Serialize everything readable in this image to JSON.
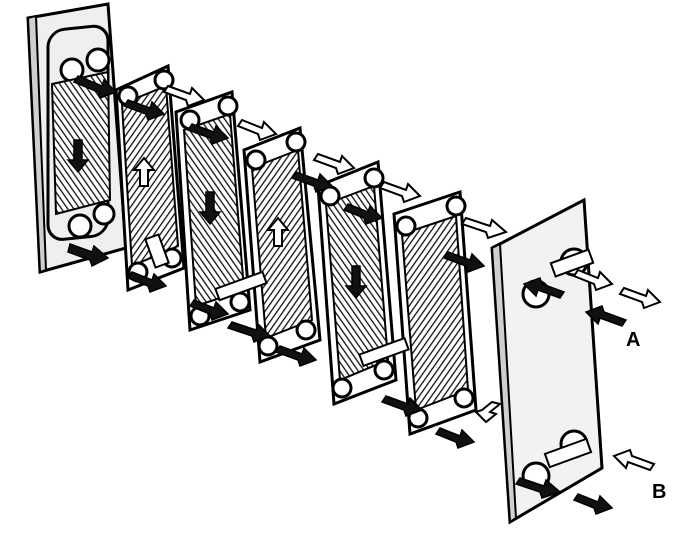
{
  "labels": {
    "a": "A",
    "b": "B"
  },
  "colors": {
    "ink": "#000000",
    "frame_fill": "#f2f2f2",
    "plate_fill": "#ffffff",
    "hatch": "#111111",
    "gasket": "#dddddd",
    "hot_arrow": "#111111",
    "cold_arrow": "#ffffff"
  },
  "components": {
    "fixed_frame": "fixed-frame-plate",
    "pressure_plate": "pressure-plate",
    "plate_count": 6,
    "arrow_types": [
      "dark-flow-arrow",
      "light-flow-arrow"
    ]
  }
}
